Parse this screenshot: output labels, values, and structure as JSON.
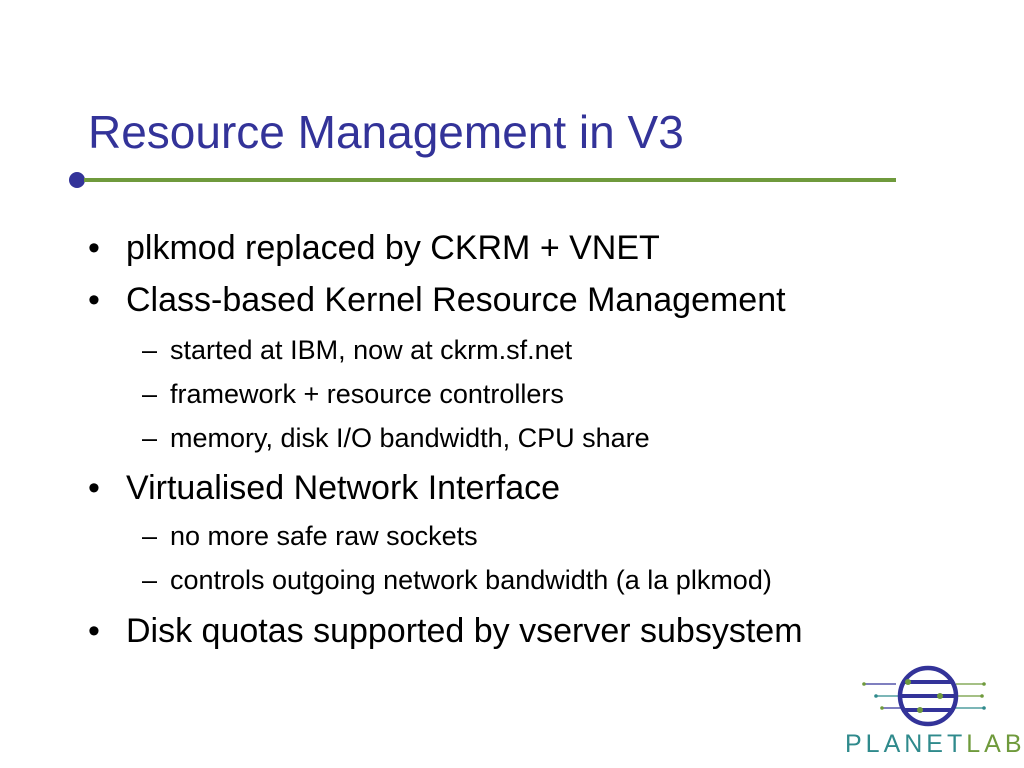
{
  "slide": {
    "title": "Resource Management in V3",
    "bullets": [
      {
        "level": 1,
        "marker": "•",
        "text": "plkmod replaced by CKRM + VNET"
      },
      {
        "level": 1,
        "marker": "•",
        "text": "Class-based Kernel Resource Management"
      },
      {
        "level": 2,
        "marker": "–",
        "text": "started at IBM, now at ckrm.sf.net"
      },
      {
        "level": 2,
        "marker": "–",
        "text": "framework + resource controllers"
      },
      {
        "level": 2,
        "marker": "–",
        "text": "memory, disk I/O bandwidth, CPU share"
      },
      {
        "level": 1,
        "marker": "•",
        "text": "Virtualised Network Interface"
      },
      {
        "level": 2,
        "marker": "–",
        "text": "no more safe raw sockets"
      },
      {
        "level": 2,
        "marker": "–",
        "text": "controls outgoing network bandwidth (a la plkmod)"
      },
      {
        "level": 1,
        "marker": "•",
        "text": "Disk quotas supported by vserver subsystem"
      }
    ]
  },
  "logo": {
    "icon": "planetlab-globe-icon",
    "text_part1": "PLANET",
    "text_part2": "LAB"
  },
  "colors": {
    "title": "#333399",
    "rule": "#6f9a3c",
    "rule_dot": "#333399",
    "logo_teal": "#2f8a8c",
    "logo_green": "#6f9a3c",
    "logo_navy": "#333399"
  }
}
